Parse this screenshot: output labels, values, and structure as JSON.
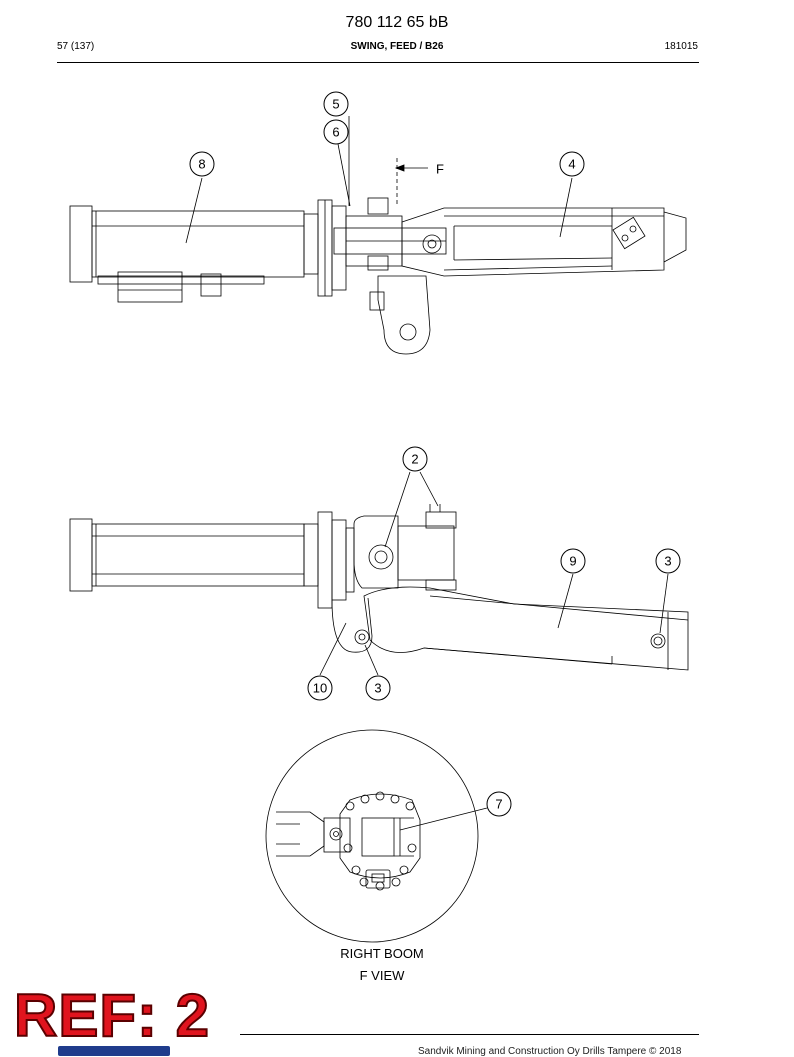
{
  "header": {
    "doc_number": "780 112 65 bB",
    "page": "57 (137)",
    "section": "SWING, FEED / B26",
    "date_code": "181015"
  },
  "views": {
    "top": {
      "direction_label": "F",
      "callouts": [
        "5",
        "6",
        "8",
        "4"
      ]
    },
    "side": {
      "callouts": [
        "2",
        "9",
        "3",
        "10",
        "3"
      ]
    },
    "detail": {
      "callouts": [
        "7"
      ],
      "caption_line1": "RIGHT BOOM",
      "caption_line2": "F  VIEW"
    }
  },
  "stamp": {
    "text": "REF: 2",
    "color": "#e0141e"
  },
  "footer": {
    "copyright": "Sandvik Mining and Construction Oy Drills Tampere © 2018"
  }
}
